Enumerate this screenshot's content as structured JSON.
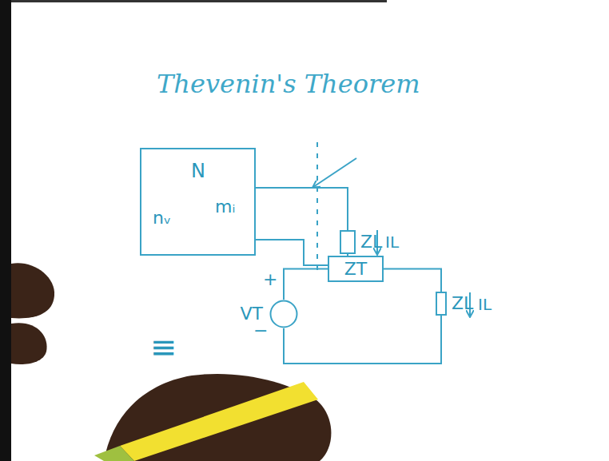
{
  "diagram": {
    "title": "Thevenin's Theorem",
    "nodes": [
      {
        "text": [
          "N",
          "nᵥ",
          "mᵢ"
        ]
      },
      {
        "text": [
          "ZL"
        ]
      },
      {
        "text": [
          "VT"
        ]
      },
      {
        "text": [
          "ZT"
        ]
      },
      {
        "text": [
          "ZL"
        ]
      }
    ],
    "edges": [
      {
        "from": 0,
        "to": 1,
        "arrow": "none"
      },
      {
        "from": 2,
        "to": 3,
        "arrow": "none"
      },
      {
        "from": 3,
        "to": 4,
        "arrow": "none"
      },
      {
        "from": 4,
        "to": 2,
        "arrow": "none"
      }
    ],
    "labels": [
      "IL",
      "+",
      "−",
      "IL",
      "≡"
    ]
  }
}
